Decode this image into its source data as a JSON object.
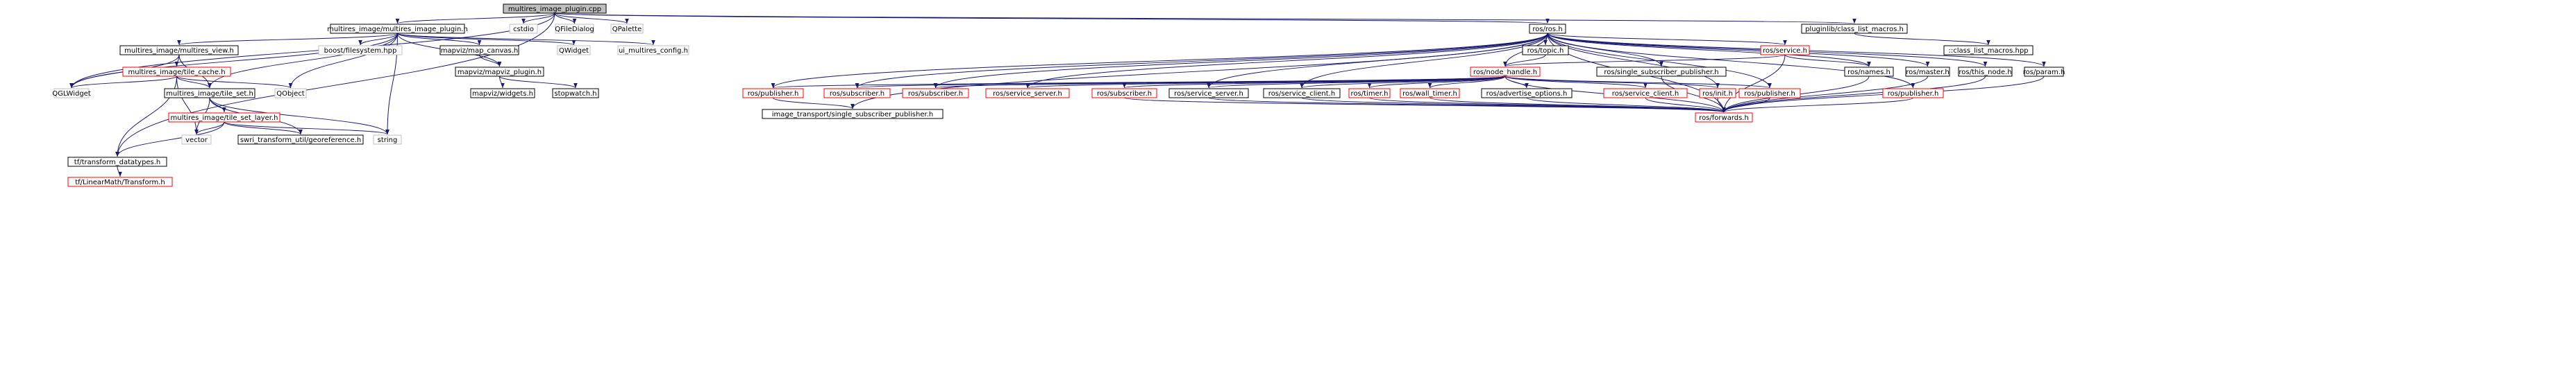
{
  "colors": {
    "edge": "#191970",
    "edge_gray": "#d3d3d3",
    "root_fill": "#bfbfbf",
    "box_black": "#000000",
    "box_gray": "#bfbfbf",
    "box_red": "#ff0000",
    "text_black": "#000000",
    "text_red": "#ff0000"
  },
  "nodes": [
    {
      "id": "root",
      "label": "multires_image_plugin.cpp",
      "style": "root"
    },
    {
      "id": "n1",
      "label": "multires_image/multires_image_plugin.h",
      "style": "black"
    },
    {
      "id": "n2",
      "label": "cstdio",
      "style": "gray"
    },
    {
      "id": "n3",
      "label": "QFileDialog",
      "style": "gray"
    },
    {
      "id": "n4",
      "label": "QPalette",
      "style": "gray"
    },
    {
      "id": "n5",
      "label": "ros/ros.h",
      "style": "black"
    },
    {
      "id": "n6",
      "label": "pluginlib/class_list_macros.h",
      "style": "black"
    },
    {
      "id": "n7",
      "label": "multires_image/multires_view.h",
      "style": "black"
    },
    {
      "id": "n8",
      "label": "boost/filesystem.hpp",
      "style": "gray"
    },
    {
      "id": "n9",
      "label": "mapviz/map_canvas.h",
      "style": "black"
    },
    {
      "id": "n10",
      "label": "QWidget",
      "style": "gray"
    },
    {
      "id": "n11",
      "label": "ui_multires_config.h",
      "style": "gray"
    },
    {
      "id": "n12",
      "label": "multires_image/tile_cache.h",
      "style": "red"
    },
    {
      "id": "n13",
      "label": "QGLWidget",
      "style": "gray"
    },
    {
      "id": "n14",
      "label": "multires_image/tile_set.h",
      "style": "black"
    },
    {
      "id": "n15",
      "label": "QObject",
      "style": "gray"
    },
    {
      "id": "n16",
      "label": "mapviz/mapviz_plugin.h",
      "style": "black"
    },
    {
      "id": "n17",
      "label": "mapviz/widgets.h",
      "style": "black"
    },
    {
      "id": "n18",
      "label": "stopwatch.h",
      "style": "black"
    },
    {
      "id": "n19",
      "label": "multires_image/tile_set_layer.h",
      "style": "red"
    },
    {
      "id": "n20",
      "label": "vector",
      "style": "gray"
    },
    {
      "id": "n21",
      "label": "string",
      "style": "gray"
    },
    {
      "id": "n22",
      "label": "swri_transform_util/georeference.h",
      "style": "black"
    },
    {
      "id": "n23",
      "label": "tf/transform_datatypes.h",
      "style": "black"
    },
    {
      "id": "n24",
      "label": "tf/LinearMath/Transform.h",
      "style": "red"
    },
    {
      "id": "n25",
      "label": "ros/topic.h",
      "style": "black"
    },
    {
      "id": "n26",
      "label": "ros/service.h",
      "style": "red"
    },
    {
      "id": "n27",
      "label": "::class_list_macros.hpp",
      "style": "black"
    },
    {
      "id": "n28",
      "label": "ros/node_handle.h",
      "style": "red"
    },
    {
      "id": "n29",
      "label": "ros/single_subscriber_publisher.h",
      "style": "black"
    },
    {
      "id": "n30",
      "label": "ros/names.h",
      "style": "black"
    },
    {
      "id": "n31",
      "label": "ros/master.h",
      "style": "black"
    },
    {
      "id": "n32",
      "label": "ros/this_node.h",
      "style": "black"
    },
    {
      "id": "n33",
      "label": "ros/param.h",
      "style": "black"
    },
    {
      "id": "n34",
      "label": "ros/publisher.h",
      "style": "red"
    },
    {
      "id": "n35",
      "label": "ros/subscriber.h",
      "style": "red"
    },
    {
      "id": "n36",
      "label": "ros/subscriber.h",
      "style": "red"
    },
    {
      "id": "n37",
      "label": "ros/service_server.h",
      "style": "red"
    },
    {
      "id": "n38",
      "label": "ros/subscriber.h",
      "style": "red"
    },
    {
      "id": "n39",
      "label": "ros/service_server.h",
      "style": "black"
    },
    {
      "id": "n40",
      "label": "ros/service_client.h",
      "style": "black"
    },
    {
      "id": "n41",
      "label": "ros/timer.h",
      "style": "red"
    },
    {
      "id": "n42",
      "label": "ros/wall_timer.h",
      "style": "red"
    },
    {
      "id": "n43",
      "label": "ros/advertise_options.h",
      "style": "black"
    },
    {
      "id": "n44",
      "label": "ros/service_client.h",
      "style": "red"
    },
    {
      "id": "n45",
      "label": "ros/init.h",
      "style": "red"
    },
    {
      "id": "n46",
      "label": "ros/publisher.h",
      "style": "red"
    },
    {
      "id": "n47",
      "label": "ros/publisher.h",
      "style": "red"
    },
    {
      "id": "n48",
      "label": "image_transport/single_subscriber_publisher.h",
      "style": "black"
    },
    {
      "id": "n49",
      "label": "ros/forwards.h",
      "style": "red"
    }
  ],
  "edges": [
    [
      "root",
      "n1"
    ],
    [
      "root",
      "n2"
    ],
    [
      "root",
      "n3"
    ],
    [
      "root",
      "n4"
    ],
    [
      "root",
      "n5"
    ],
    [
      "root",
      "n6"
    ],
    [
      "root",
      "n13"
    ],
    [
      "root",
      "n23"
    ],
    [
      "n1",
      "n7"
    ],
    [
      "n1",
      "n8"
    ],
    [
      "n1",
      "n9"
    ],
    [
      "n1",
      "n10"
    ],
    [
      "n1",
      "n11"
    ],
    [
      "n1",
      "n13"
    ],
    [
      "n1",
      "n14"
    ],
    [
      "n1",
      "n15"
    ],
    [
      "n1",
      "n16"
    ],
    [
      "n1",
      "n21"
    ],
    [
      "n7",
      "n12"
    ],
    [
      "n7",
      "n13"
    ],
    [
      "n7",
      "n14"
    ],
    [
      "n12",
      "n13"
    ],
    [
      "n12",
      "n14"
    ],
    [
      "n12",
      "n15"
    ],
    [
      "n12",
      "n20"
    ],
    [
      "n12",
      "n23"
    ],
    [
      "n14",
      "n19"
    ],
    [
      "n14",
      "n20"
    ],
    [
      "n14",
      "n21"
    ],
    [
      "n14",
      "n22"
    ],
    [
      "n19",
      "n20"
    ],
    [
      "n19",
      "n21"
    ],
    [
      "n19",
      "n22"
    ],
    [
      "n19",
      "n23"
    ],
    [
      "n23",
      "n24"
    ],
    [
      "n9",
      "n16"
    ],
    [
      "n16",
      "n17"
    ],
    [
      "n16",
      "n18"
    ],
    [
      "n6",
      "n27"
    ],
    [
      "n5",
      "n25"
    ],
    [
      "n5",
      "n26"
    ],
    [
      "n5",
      "n28"
    ],
    [
      "n5",
      "n29"
    ],
    [
      "n5",
      "n30"
    ],
    [
      "n5",
      "n31"
    ],
    [
      "n5",
      "n32"
    ],
    [
      "n5",
      "n33"
    ],
    [
      "n5",
      "n34"
    ],
    [
      "n5",
      "n35"
    ],
    [
      "n5",
      "n36"
    ],
    [
      "n5",
      "n37"
    ],
    [
      "n5",
      "n39"
    ],
    [
      "n5",
      "n40"
    ],
    [
      "n5",
      "n45"
    ],
    [
      "n5",
      "n46"
    ],
    [
      "n5",
      "n47"
    ],
    [
      "n5",
      "n48"
    ],
    [
      "n5",
      "n49"
    ],
    [
      "n25",
      "n28"
    ],
    [
      "n26",
      "n28"
    ],
    [
      "n26",
      "n30"
    ],
    [
      "n26",
      "n49"
    ],
    [
      "n28",
      "n34"
    ],
    [
      "n28",
      "n35"
    ],
    [
      "n28",
      "n36"
    ],
    [
      "n28",
      "n37"
    ],
    [
      "n28",
      "n38"
    ],
    [
      "n28",
      "n39"
    ],
    [
      "n28",
      "n40"
    ],
    [
      "n28",
      "n41"
    ],
    [
      "n28",
      "n42"
    ],
    [
      "n28",
      "n43"
    ],
    [
      "n28",
      "n44"
    ],
    [
      "n28",
      "n45"
    ],
    [
      "n28",
      "n46"
    ],
    [
      "n28",
      "n49"
    ],
    [
      "n34",
      "n48"
    ],
    [
      "n29",
      "n49"
    ],
    [
      "n30",
      "n49"
    ],
    [
      "n31",
      "n49"
    ],
    [
      "n32",
      "n49"
    ],
    [
      "n33",
      "n49"
    ],
    [
      "n38",
      "n49"
    ],
    [
      "n39",
      "n49"
    ],
    [
      "n40",
      "n49"
    ],
    [
      "n41",
      "n49"
    ],
    [
      "n42",
      "n49"
    ],
    [
      "n43",
      "n49"
    ],
    [
      "n44",
      "n49"
    ],
    [
      "n45",
      "n49"
    ],
    [
      "n46",
      "n49"
    ],
    [
      "n47",
      "n49"
    ]
  ]
}
